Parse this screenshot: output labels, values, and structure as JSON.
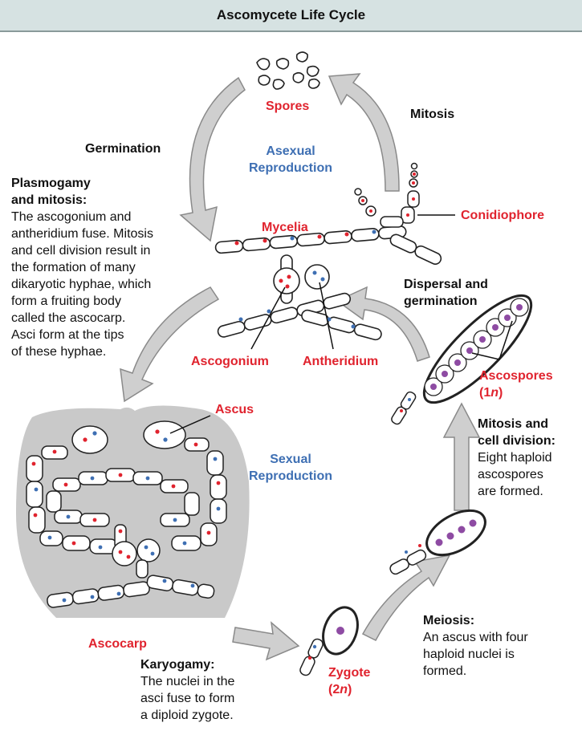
{
  "title": "Ascomycete Life Cycle",
  "labels": {
    "spores": "Spores",
    "mitosis": "Mitosis",
    "germination": "Germination",
    "asexual_1": "Asexual",
    "asexual_2": "Reproduction",
    "mycelia": "Mycelia",
    "conidiophore": "Conidiophore",
    "ascogonium": "Ascogonium",
    "antheridium": "Antheridium",
    "ascus": "Ascus",
    "sexual_1": "Sexual",
    "sexual_2": "Reproduction",
    "ascocarp": "Ascocarp",
    "zygote": "Zygote",
    "zygote_ploidy": "(2n)",
    "ascospores": "Ascospores",
    "ascospores_ploidy": "(1n)"
  },
  "notes": {
    "plasmogamy_head_1": "Plasmogamy",
    "plasmogamy_head_2": "and mitosis:",
    "plasmogamy_body": [
      "The ascogonium and",
      "antheridium fuse. Mitosis",
      "and cell division result in",
      "the formation of many",
      "dikaryotic hyphae, which",
      "form a fruiting body",
      "called the ascocarp.",
      "Asci form at the tips",
      "of these hyphae."
    ],
    "dispersal_head_1": "Dispersal and",
    "dispersal_head_2": "germination",
    "mitosis_div_head_1": "Mitosis and",
    "mitosis_div_head_2": "cell division:",
    "mitosis_div_body": [
      "Eight haploid",
      "ascospores",
      "are formed."
    ],
    "meiosis_head": "Meiosis:",
    "meiosis_body": [
      "An ascus with four",
      "haploid nuclei is",
      "formed."
    ],
    "karyogamy_head": "Karyogamy:",
    "karyogamy_body": [
      "The nuclei in the",
      "asci fuse to form",
      "a diploid zygote."
    ]
  },
  "colors": {
    "title_bar": "#d6e2e2",
    "label_red": "#e0232e",
    "label_blue": "#3e6fb3",
    "arrow_fill": "#cfcfcf",
    "ascocarp_fill": "#c9c9c9",
    "nucleus_red": "#e0232e",
    "nucleus_blue": "#3e6fb3",
    "nucleus_purple": "#8e4ba3"
  }
}
